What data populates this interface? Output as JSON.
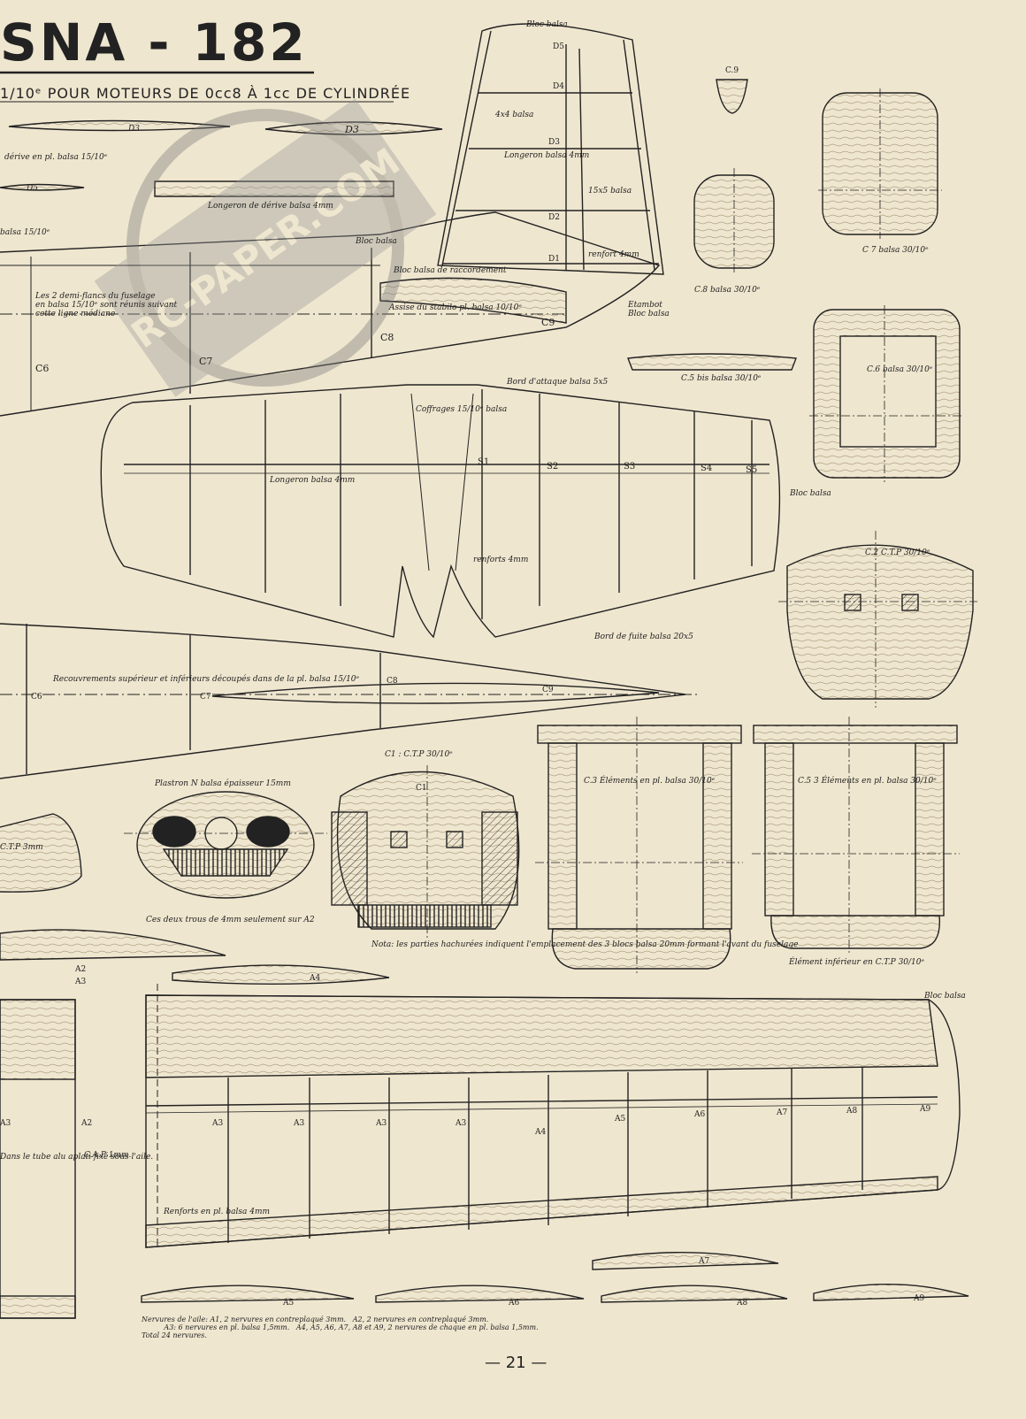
{
  "header": {
    "title": "SNA - 182",
    "subtitle": "1/10ᵉ POUR MOTEURS DE 0cc8 À 1cc DE CYLINDRÉE"
  },
  "watermark": {
    "text": "RC-PAPER.COM"
  },
  "labels": {
    "d3_left": "D3",
    "d3_right": "D3",
    "d5": "D5",
    "derive": "dérive en pl. balsa 15/10ᵉ",
    "longeron_derive": "Longeron de dérive balsa 4mm",
    "balsa_15": "balsa 15/10ᵉ",
    "bloc_balsa_top": "Bloc balsa",
    "bloc_balsa_raccord": "Bloc balsa de raccordement",
    "flancs": "Les 2 demi-flancs du fuselage\nen balsa 15/10ᵉ sont réunis suivant\ncette ligne médiane",
    "assise": "Assise du stabilo pl. balsa 10/10ᵉ",
    "c6": "C6",
    "c7": "C7",
    "c8": "C8",
    "c9": "C9",
    "bloc_balsa_fin": "Bloc balsa",
    "fin_d5": "D5",
    "fin_d4": "D4",
    "fin_d3": "D3",
    "fin_d2": "D2",
    "fin_d1": "D1",
    "fin_4x4": "4x4 balsa",
    "fin_longeron": "Longeron balsa 4mm",
    "fin_15x5": "15x5 balsa",
    "fin_renfort": "renfort 4mm",
    "etambot": "Etambot\nBloc balsa",
    "c9_label": "C.9",
    "c8_label": "C.8\nbalsa 30/10ᵉ",
    "c7_label": "C 7\nbalsa 30/10ᵉ",
    "c5bis_label": "C.5 bis\nbalsa 30/10ᵉ",
    "c6_label": "C.6\nbalsa 30/10ᵉ",
    "bord_attaque": "Bord d'attaque balsa 5x5",
    "coffrages": "Coffrages\n15/10ᵉ balsa",
    "longeron_stab": "Longeron balsa\n4mm",
    "s1": "S1",
    "s2": "S2",
    "s3": "S3",
    "s4": "S4",
    "s5": "S5",
    "bloc_balsa_stab": "Bloc balsa",
    "renforts_stab": "renforts 4mm",
    "bord_fuite": "Bord de fuite balsa 20x5",
    "c2_label": "C.2\nC.T.P 30/10ᵉ",
    "recouvrements": "Recouvrements supérieur et\ninférieurs découpés dans de la\npl. balsa 15/10ᵉ",
    "c6b": "C6",
    "c7b": "C7",
    "c8b": "C8",
    "c9b": "C9",
    "plastron": "Plastron N balsa épaisseur 15mm",
    "c1_ctp": "C1 : C.T.P 30/10ᵉ",
    "c1": "C1",
    "nota": "Nota: les parties hachurées indiquent\nl'emplacement des 3 blocs balsa\n20mm formant l'avant du fuselage",
    "c3_label": "C.3\nÉléments en pl. balsa 30/10ᵉ",
    "c5_label": "C.5\n3 Éléments en pl. balsa 30/10ᵉ",
    "element_inf": "Élément inférieur en C.T.P 30/10ᵉ",
    "ctp3": "C.T.P 3mm",
    "trous": "Ces deux trous de 4mm\nseulement sur A2",
    "a2": "A2",
    "a3": "A3",
    "a4": "A4",
    "bloc_balsa_aile": "Bloc balsa",
    "a2_b": "A2",
    "ctp1": "C.A.P 1mm.",
    "tube": "Dans le tube alu\naplati fixé sous\nl'aile.",
    "renforts_aile": "Renforts en\npl. balsa 4mm",
    "w_a3a": "A3",
    "w_a3b": "A3",
    "w_a3c": "A3",
    "w_a3d": "A3",
    "w_a3e": "A3",
    "w_a4": "A4",
    "w_a5": "A5",
    "w_a6": "A6",
    "w_a7": "A7",
    "w_a8": "A8",
    "w_a9": "A9",
    "rib_a5": "A5",
    "rib_a6": "A6",
    "rib_a7": "A7",
    "rib_a8": "A8",
    "rib_a9": "A9",
    "nervures": "Nervures de l'aile: A1, 2 nervures en contreplaqué 3mm.   A2, 2 nervures en contreplaqué 3mm.\n          A3: 6 nervures en pl. balsa 1,5mm.   A4, A5, A6, A7, A8 et A9, 2 nervures de chaque en pl. balsa 1,5mm.\nTotal 24 nervures."
  },
  "footer": {
    "page_number": "— 21 —"
  }
}
